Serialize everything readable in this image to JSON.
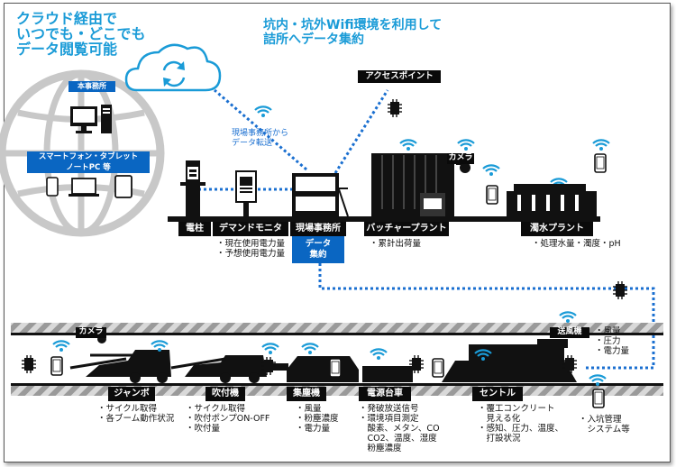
{
  "cloud_title": [
    "クラウド経由で",
    "いつでも・どこでも",
    "データ閲覧可能"
  ],
  "wifi_heading": [
    "坑内・坑外Wifi環境を利用して",
    "詰所へデータ集約"
  ],
  "office": {
    "honjimusho": "本事務所",
    "devices_label": [
      "スマートフォン・タブレット",
      "ノートPC 等"
    ]
  },
  "transfer_note": [
    "現場事務所から",
    "データ転送"
  ],
  "access_point": "アクセスポイント",
  "surface": {
    "labels": [
      "電柱",
      "デマンドモニタ",
      "現場事務所",
      "バッチャープラント",
      "濁水プラント"
    ],
    "camera": "カメラ",
    "data_box": [
      "データ",
      "集約"
    ],
    "notes_demand": [
      "・現在使用電力量",
      "・予想使用電力量"
    ],
    "notes_batcher": [
      "・累計出荷量"
    ],
    "notes_water": [
      "・処理水量・濁度・pH"
    ]
  },
  "tunnel": {
    "camera": "カメラ",
    "fan_label": "送風機",
    "fan_notes": [
      "・風量",
      "・圧力",
      "・電力量"
    ],
    "labels": [
      "ジャンボ",
      "吹付機",
      "集塵機",
      "電源台車",
      "セントル"
    ],
    "notes_jumbo": [
      "・サイクル取得",
      "・各ブーム動作状況"
    ],
    "notes_spray": [
      "・サイクル取得",
      "・吹付ポンプON-OFF",
      "・吹付量"
    ],
    "notes_dust": [
      "・風量",
      "・粉塵濃度",
      "・電力量"
    ],
    "notes_power": [
      "・発破放送信号",
      "・環境項目測定",
      "　酸素、メタン、CO",
      "　CO2、温度、湿度",
      "　粉塵濃度"
    ],
    "notes_central": [
      "・覆工コンクリート",
      "　見える化",
      "・感知、圧力、温度、",
      "　打設状況"
    ],
    "notes_entry": [
      "・入坑管理",
      "　システム等"
    ]
  }
}
